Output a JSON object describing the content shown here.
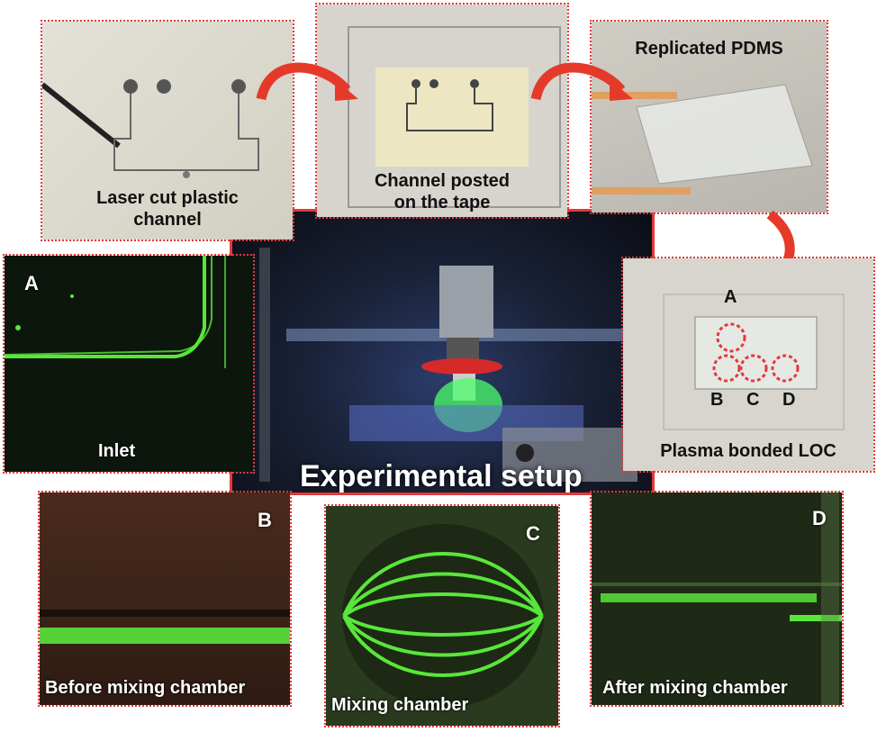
{
  "panels": {
    "laser": {
      "caption_line1": "Laser cut plastic",
      "caption_line2": "channel"
    },
    "tape": {
      "caption_line1": "Channel posted",
      "caption_line2": "on the tape"
    },
    "pdms": {
      "caption": "Replicated PDMS"
    },
    "setup": {
      "caption": "Experimental setup"
    },
    "loc": {
      "caption": "Plasma bonded LOC",
      "labels": [
        "A",
        "B",
        "C",
        "D"
      ]
    },
    "inlet": {
      "letter": "A",
      "caption": "Inlet"
    },
    "before": {
      "letter": "B",
      "caption": "Before mixing chamber"
    },
    "mixing": {
      "letter": "C",
      "caption": "Mixing chamber"
    },
    "after": {
      "letter": "D",
      "caption": "After mixing chamber"
    }
  },
  "colors": {
    "frame": "#e23a3a",
    "fluor": "#59e63a",
    "arrow": "#e53a2a"
  }
}
